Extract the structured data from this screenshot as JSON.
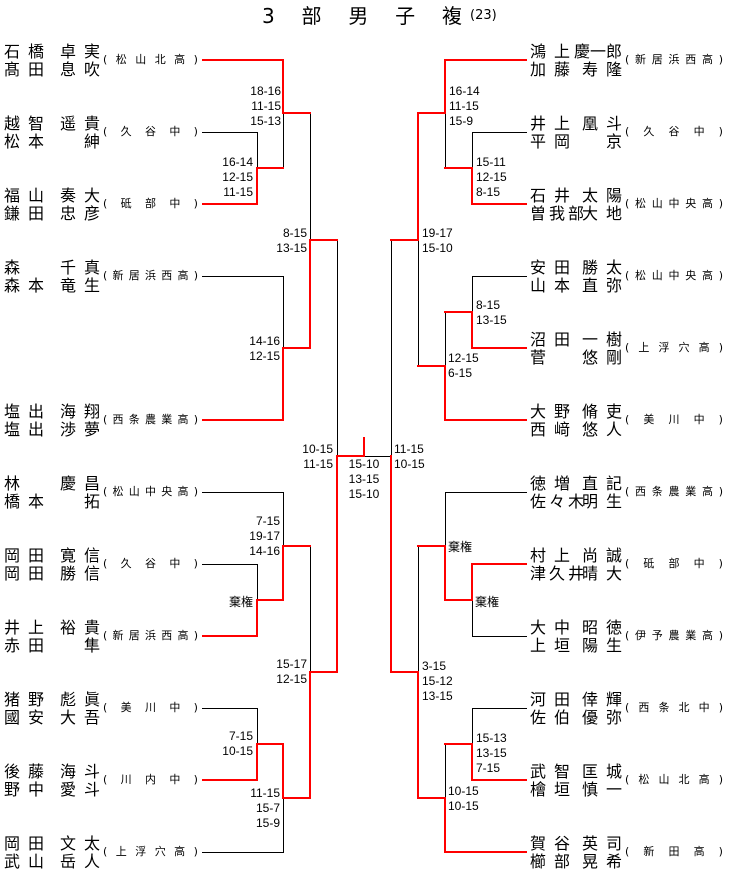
{
  "title": {
    "event": "3部男子複",
    "count": "(23)"
  },
  "left_entries": [
    {
      "players": [
        {
          "family": "石橋",
          "given": "卓実"
        },
        {
          "family": "髙田",
          "given": "息吹"
        }
      ],
      "school": "(松山北高)"
    },
    {
      "players": [
        {
          "family": "越智",
          "given": "遥貴"
        },
        {
          "family": "松本",
          "given": "紳"
        }
      ],
      "school": "(久谷中)"
    },
    {
      "players": [
        {
          "family": "福山",
          "given": "奏大"
        },
        {
          "family": "鎌田",
          "given": "忠彦"
        }
      ],
      "school": "(砥部中)"
    },
    {
      "players": [
        {
          "family": "森",
          "given": "千真"
        },
        {
          "family": "森本",
          "given": "竜生"
        }
      ],
      "school": "(新居浜西高)"
    },
    {
      "players": [
        {
          "family": "塩出",
          "given": "海翔"
        },
        {
          "family": "塩出",
          "given": "渉夢"
        }
      ],
      "school": "(西条農業高)"
    },
    {
      "players": [
        {
          "family": "林",
          "given": "慶昌"
        },
        {
          "family": "橋本",
          "given": "拓"
        }
      ],
      "school": "(松山中央高)"
    },
    {
      "players": [
        {
          "family": "岡田",
          "given": "寛信"
        },
        {
          "family": "岡田",
          "given": "勝信"
        }
      ],
      "school": "(久谷中)"
    },
    {
      "players": [
        {
          "family": "井上",
          "given": "裕貴"
        },
        {
          "family": "赤田",
          "given": "隼"
        }
      ],
      "school": "(新居浜西高)"
    },
    {
      "players": [
        {
          "family": "猪野",
          "given": "彪眞"
        },
        {
          "family": "國安",
          "given": "大吾"
        }
      ],
      "school": "(美川中)"
    },
    {
      "players": [
        {
          "family": "後藤",
          "given": "海斗"
        },
        {
          "family": "野中",
          "given": "愛斗"
        }
      ],
      "school": "(川内中)"
    },
    {
      "players": [
        {
          "family": "岡田",
          "given": "文太"
        },
        {
          "family": "武山",
          "given": "岳人"
        }
      ],
      "school": "(上浮穴高)"
    }
  ],
  "right_entries": [
    {
      "players": [
        {
          "family": "鴻上",
          "given": "慶一郎"
        },
        {
          "family": "加藤",
          "given": "寿隆"
        }
      ],
      "school": "(新居浜西高)"
    },
    {
      "players": [
        {
          "family": "井上",
          "given": "凰斗"
        },
        {
          "family": "平岡",
          "given": "京"
        }
      ],
      "school": "(久谷中)"
    },
    {
      "players": [
        {
          "family": "石井",
          "given": "太陽"
        },
        {
          "family": "曽我部",
          "given": "大地"
        }
      ],
      "school": "(松山中央高)"
    },
    {
      "players": [
        {
          "family": "安田",
          "given": "勝太"
        },
        {
          "family": "山本",
          "given": "直弥"
        }
      ],
      "school": "(松山中央高)"
    },
    {
      "players": [
        {
          "family": "沼田",
          "given": "一樹"
        },
        {
          "family": "菅",
          "given": "悠剛"
        }
      ],
      "school": "(上浮穴高)"
    },
    {
      "players": [
        {
          "family": "大野",
          "given": "脩吏"
        },
        {
          "family": "西﨑",
          "given": "悠人"
        }
      ],
      "school": "(美川中)"
    },
    {
      "players": [
        {
          "family": "徳増",
          "given": "直記"
        },
        {
          "family": "佐々木",
          "given": "明生"
        }
      ],
      "school": "(西条農業高)"
    },
    {
      "players": [
        {
          "family": "村上",
          "given": "尚誠"
        },
        {
          "family": "津久井",
          "given": "晴大"
        }
      ],
      "school": "(砥部中)"
    },
    {
      "players": [
        {
          "family": "大中",
          "given": "昭徳"
        },
        {
          "family": "上垣",
          "given": "陽生"
        }
      ],
      "school": "(伊予農業高)"
    },
    {
      "players": [
        {
          "family": "河田",
          "given": "倖輝"
        },
        {
          "family": "佐伯",
          "given": "優弥"
        }
      ],
      "school": "(西条北中)"
    },
    {
      "players": [
        {
          "family": "武智",
          "given": "匡城"
        },
        {
          "family": "檜垣",
          "given": "慎一"
        }
      ],
      "school": "(松山北高)"
    },
    {
      "players": [
        {
          "family": "賀谷",
          "given": "英司"
        },
        {
          "family": "櫛部",
          "given": "晃希"
        }
      ],
      "school": "(新田高)"
    }
  ],
  "scores": {
    "left_r1_a": [
      "16-14",
      "12-15",
      "11-15"
    ],
    "left_r2_a": [
      "18-16",
      "11-15",
      "15-13"
    ],
    "left_r2_b": [
      "14-16",
      "12-15"
    ],
    "left_qf_top": [
      "8-15",
      "13-15"
    ],
    "left_r1_b": [
      "棄権"
    ],
    "left_r2_c": [
      "7-15",
      "19-17",
      "14-16"
    ],
    "left_r1_c": [
      "7-15",
      "10-15"
    ],
    "left_r2_d": [
      "11-15",
      "15-7",
      "15-9"
    ],
    "left_qf_bottom": [
      "15-17",
      "12-15"
    ],
    "left_sf": [
      "10-15",
      "11-15"
    ],
    "final": [
      "15-10",
      "13-15",
      "15-10"
    ],
    "right_sf": [
      "11-15",
      "10-15"
    ],
    "right_r2_a": [
      "16-14",
      "11-15",
      "15-9"
    ],
    "right_r1_a": [
      "15-11",
      "12-15",
      "8-15"
    ],
    "right_qf_top": [
      "19-17",
      "15-10"
    ],
    "right_r1_b": [
      "8-15",
      "13-15"
    ],
    "right_r2_b": [
      "12-15",
      "6-15"
    ],
    "right_r2_c": [
      "棄権"
    ],
    "right_r1_c": [
      "棄権"
    ],
    "right_qf_bottom": [
      "3-15",
      "15-12",
      "13-15"
    ],
    "right_r1_d": [
      "15-13",
      "13-15",
      "7-15"
    ],
    "right_r2_d": [
      "10-15",
      "10-15"
    ]
  },
  "colors": {
    "winner_line": "#ff0000",
    "line": "#000000"
  }
}
